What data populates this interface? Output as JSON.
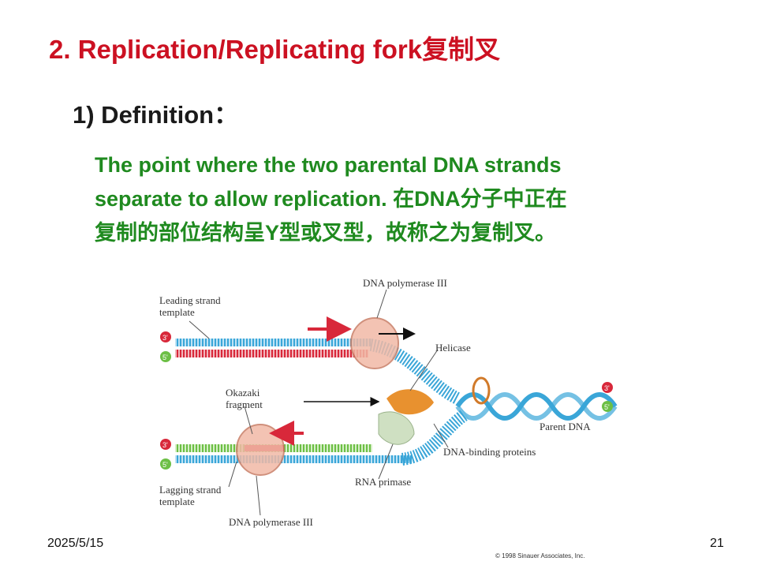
{
  "slide": {
    "title": "2. Replication/Replicating fork复制叉",
    "subtitle": "1) Definition：",
    "body_lines": [
      "The point where the two parental DNA strands",
      "separate to allow replication. 在DNA分子中正在",
      "复制的部位结构呈Y型或叉型，故称之为复制叉。"
    ],
    "date": "2025/5/15",
    "page_number": "21"
  },
  "figure": {
    "labels": {
      "dna_pol_top": "DNA polymerase III",
      "leading_1": "Leading strand",
      "leading_2": "template",
      "helicase": "Helicase",
      "okazaki_1": "Okazaki",
      "okazaki_2": "fragment",
      "parent_dna": "Parent DNA",
      "dna_binding": "DNA-binding proteins",
      "rna_primase": "RNA primase",
      "lagging_1": "Lagging strand",
      "lagging_2": "template",
      "dna_pol_bottom": "DNA polymerase III"
    },
    "end_labels": {
      "three_prime": "3'",
      "five_prime": "5'"
    },
    "copyright": "© 1998 Sinauer Associates, Inc.",
    "colors": {
      "strand_blue": "#3aa6d8",
      "strand_red": "#d8283a",
      "strand_green": "#6cbf45",
      "helicase": "#e8912f",
      "primase": "#cfe0c2",
      "polymerase": "#f1b9a6"
    }
  }
}
